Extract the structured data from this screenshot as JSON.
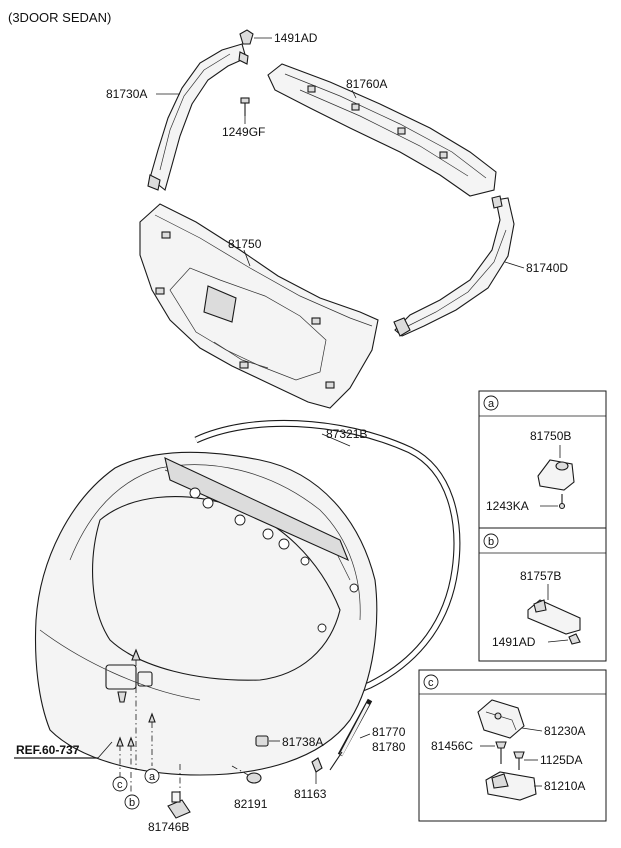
{
  "header": {
    "model": "(3DOOR SEDAN)"
  },
  "parts": {
    "p1491AD_top": "1491AD",
    "p81730A": "81730A",
    "p1249GF": "1249GF",
    "p81760A": "81760A",
    "p81750": "81750",
    "p81740D": "81740D",
    "p87321B": "87321B",
    "p81738A": "81738A",
    "p81770": "81770",
    "p81780": "81780",
    "p82191": "82191",
    "p81163": "81163",
    "p81746B": "81746B",
    "ref": "REF.60-737"
  },
  "callouts": {
    "a": "a",
    "b": "b",
    "c": "c"
  },
  "detail_a": {
    "tag": "a",
    "part": "81750B",
    "screw": "1243KA"
  },
  "detail_b": {
    "tag": "b",
    "part": "81757B",
    "clip": "1491AD"
  },
  "detail_c": {
    "tag": "c",
    "latch": "81230A",
    "bolt1": "81456C",
    "bolt2": "1125DA",
    "striker": "81210A"
  }
}
